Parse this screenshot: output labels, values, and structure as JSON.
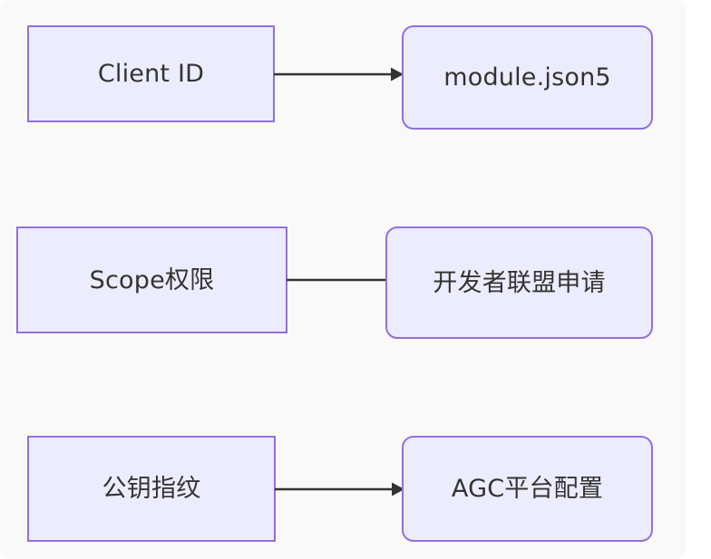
{
  "diagram": {
    "type": "flowchart",
    "direction": "left-to-right",
    "background_color": "#f9f9f9",
    "node_fill_color": "#ececff",
    "node_border_color": "#9370db",
    "node_text_color": "#333333",
    "edge_color": "#333333",
    "rows": [
      {
        "id": "row-1",
        "source": {
          "label": "Client ID",
          "shape": "rect"
        },
        "target": {
          "label": "module.json5",
          "shape": "rounded"
        },
        "edge": {
          "label": "",
          "arrow": "arrow-head-right"
        }
      },
      {
        "id": "row-2",
        "source": {
          "label": "Scope权限",
          "shape": "rect"
        },
        "target": {
          "label": "开发者联盟申请",
          "shape": "rounded"
        },
        "edge": {
          "label": "",
          "arrow": "arrow-head-right"
        }
      },
      {
        "id": "row-3",
        "source": {
          "label": "公钥指纹",
          "shape": "rect"
        },
        "target": {
          "label": "AGC平台配置",
          "shape": "rounded"
        },
        "edge": {
          "label": "",
          "arrow": "arrow-head-right"
        }
      }
    ]
  }
}
